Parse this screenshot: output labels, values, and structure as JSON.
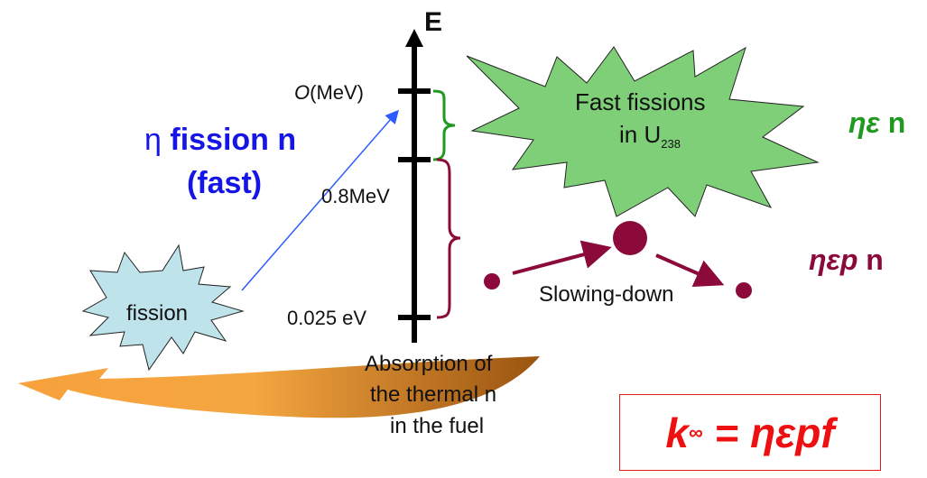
{
  "axis": {
    "label": "E"
  },
  "energy_levels": [
    {
      "label_italic": "O",
      "label_rest": "(MeV)"
    },
    {
      "label": "0.8MeV"
    },
    {
      "label": "0.025 eV"
    }
  ],
  "fission_label": {
    "eta": "η",
    "line1": " fission n",
    "line2": "(fast)"
  },
  "fission_star": {
    "label": "fission"
  },
  "fast_fissions": {
    "line1": "Fast fissions",
    "line2": "in U",
    "subscript": "238"
  },
  "eta_epsilon": {
    "symbol": "ηε",
    "unit": " n"
  },
  "eta_epsilon_p": {
    "symbol": "ηεp",
    "unit": " n"
  },
  "slowing_down": {
    "label": "Slowing-down"
  },
  "absorption": {
    "line1": "Absorption of",
    "line2": "the thermal n",
    "line3": "in the fuel"
  },
  "formula": {
    "k": "k",
    "sub": "∞",
    "rest": " = ηεpf"
  },
  "colors": {
    "fast_label": "#1515e6",
    "green_star": "#7fcf78",
    "blue_star": "#bfe3ea",
    "maroon": "#8b0a3a",
    "green_brace": "#1f9a1f",
    "orange_arrow": "#f5a742",
    "brown_arrow": "#b5651d",
    "formula": "#ee1010"
  }
}
